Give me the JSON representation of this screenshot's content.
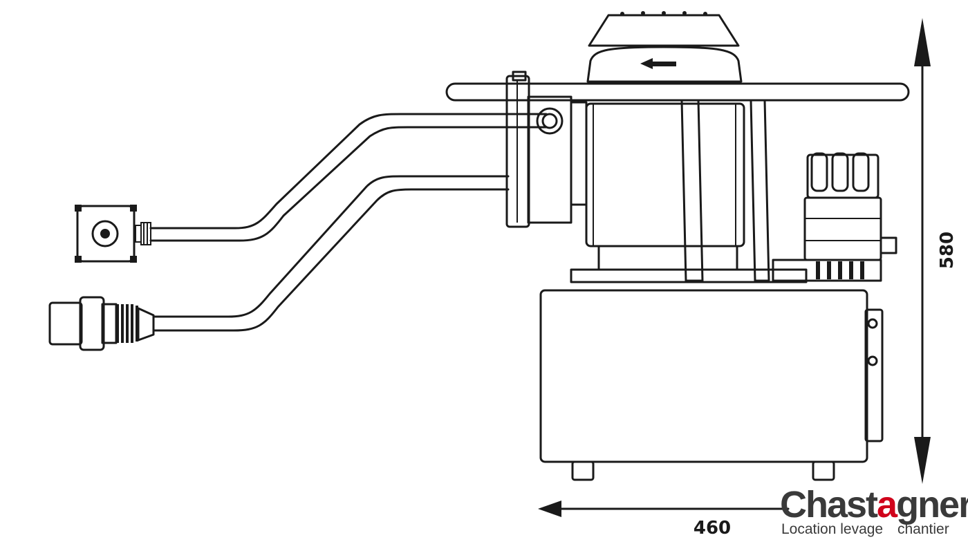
{
  "dimensions": {
    "height_label": "580",
    "width_label": "460"
  },
  "logo": {
    "name_before": "Chast",
    "name_accent": "a",
    "name_after": "gner",
    "subtitle_left": "Location levage",
    "subtitle_right": "chantier",
    "accent_color": "#d0021b",
    "text_color": "#3a3a3a"
  },
  "colors": {
    "line": "#1a1a1a",
    "background": "#ffffff"
  }
}
